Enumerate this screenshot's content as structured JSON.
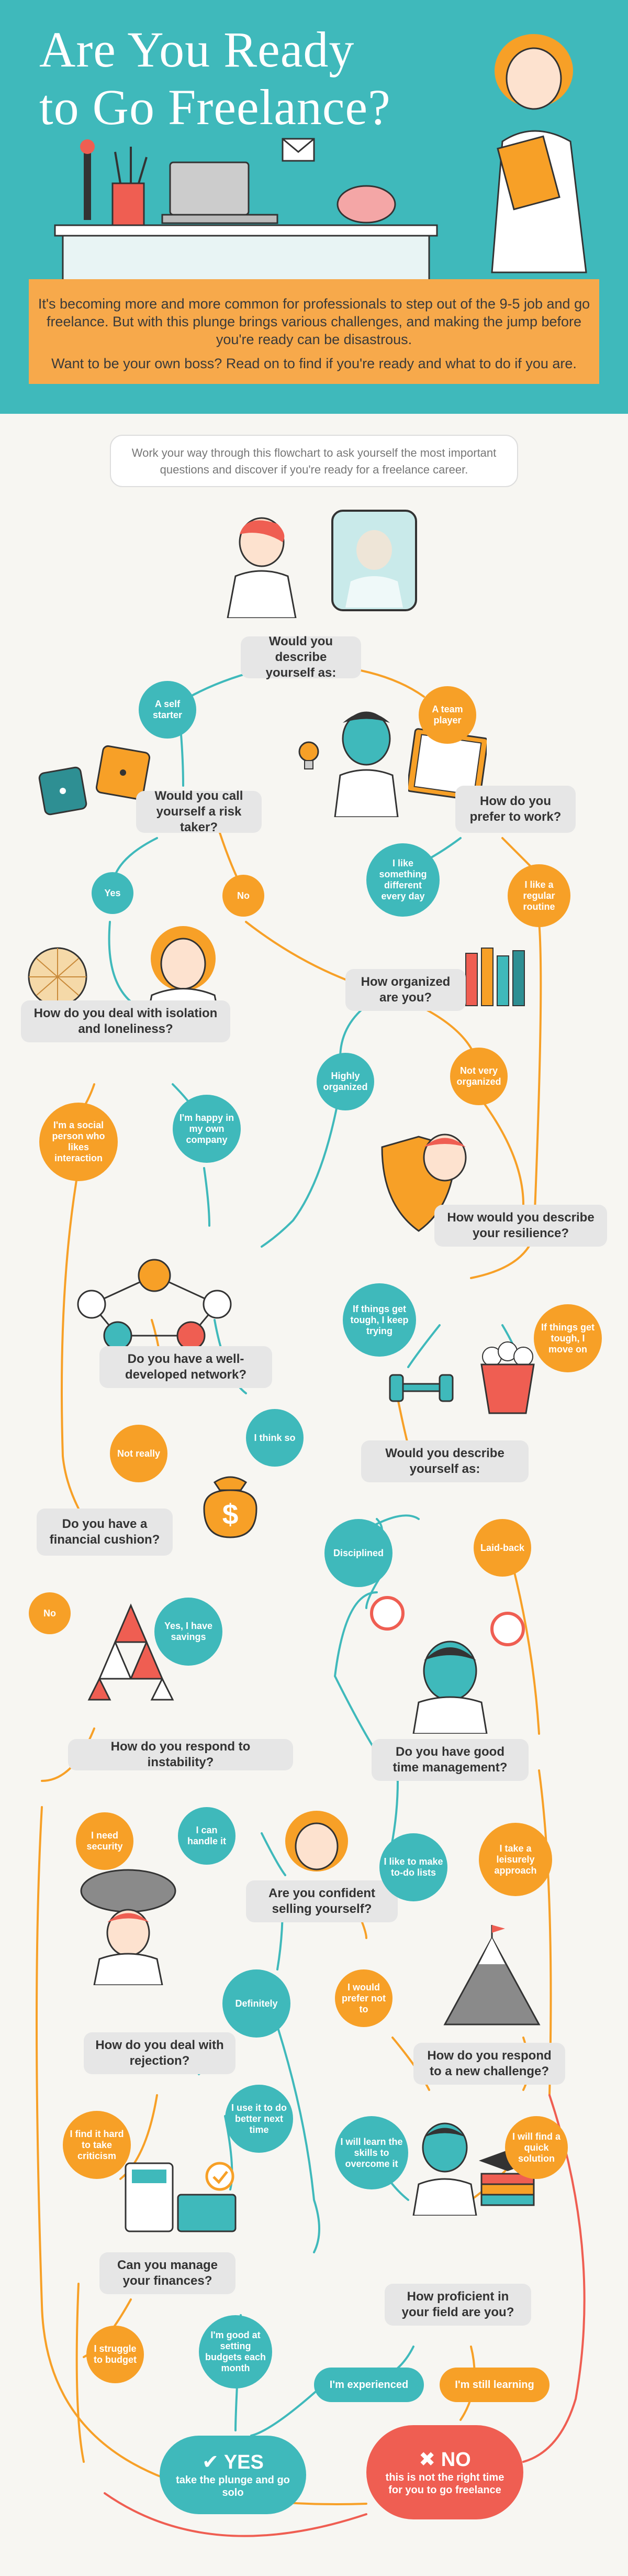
{
  "header": {
    "title_line1": "Are You Ready",
    "title_line2": "to Go Freelance?",
    "intro_p1": "It's becoming more and more common for professionals to step out of the 9-5 job and go freelance. But with this plunge brings various challenges, and making the jump before you're ready can be disastrous.",
    "intro_p2": "Want to be your own boss? Read on to find if you're ready and what to do if you are."
  },
  "guide": "Work your way through this flowchart to ask yourself the most important questions and discover if you're ready for a freelance career.",
  "questions": {
    "describe": "Would you describe yourself as:",
    "risk": "Would you call yourself a risk taker?",
    "prefer": "How do you prefer to work?",
    "isolation": "How do you deal with isolation and loneliness?",
    "organized": "How organized are you?",
    "resilience": "How would you describe your resilience?",
    "network": "Do you have a well-developed network?",
    "describe2": "Would you describe yourself as:",
    "cushion": "Do you have a financial cushion?",
    "instability": "How do you respond to instability?",
    "time": "Do you have good time management?",
    "selling": "Are you confident selling yourself?",
    "rejection": "How do you deal with rejection?",
    "challenge": "How do you respond to a new challenge?",
    "finances": "Can you manage your finances?",
    "proficient": "How proficient in your field are you?"
  },
  "answers": {
    "self_starter": "A self starter",
    "team_player": "A team player",
    "yes": "Yes",
    "no": "No",
    "something_diff": "I like something different every day",
    "regular": "I like a regular routine",
    "social": "I'm a social person who likes interaction",
    "happy": "I'm happy in my own company",
    "highly_org": "Highly organized",
    "not_very_org": "Not very organized",
    "tough_trying": "If things get tough, I keep trying",
    "tough_move": "If things get tough, I move on",
    "not_really": "Not really",
    "think_so": "I think so",
    "disciplined": "Disciplined",
    "laid_back": "Laid-back",
    "no2": "No",
    "yes_savings": "Yes, I have savings",
    "need_security": "I need security",
    "can_handle": "I can handle it",
    "todo": "I like to make to-do lists",
    "leisurely": "I take a leisurely approach",
    "definitely": "Definitely",
    "prefer_not": "I would prefer not to",
    "hard_criticism": "I find it hard to take criticism",
    "use_it": "I use it to do better next time",
    "learn_skills": "I will learn the skills to overcome it",
    "quick_solution": "I will find a quick solution",
    "struggle": "I struggle to budget",
    "good_budget": "I'm good at setting budgets each month",
    "experienced": "I'm experienced",
    "learning": "I'm still learning"
  },
  "outcomes": {
    "yes_title": "YES",
    "yes_text": "take the plunge and go solo",
    "no_title": "NO",
    "no_text": "this is not the right time for you to go freelance"
  },
  "colors": {
    "teal": "#3fb9bb",
    "orange": "#f7a027",
    "red": "#ef5e52",
    "grey": "#e6e6e6"
  },
  "icons": [
    "person-icon",
    "mirror-icon",
    "dice-icon",
    "lightbulb-icon",
    "book-icon",
    "cactus-icon",
    "pencils-icon",
    "shield-icon",
    "network-icon",
    "dumbbell-icon",
    "popcorn-icon",
    "money-bag-icon",
    "card-house-icon",
    "clock-icon",
    "mountain-icon",
    "calculator-icon",
    "graduation-icon",
    "check-icon",
    "cross-icon",
    "laptop-icon",
    "piggy-bank-icon"
  ]
}
